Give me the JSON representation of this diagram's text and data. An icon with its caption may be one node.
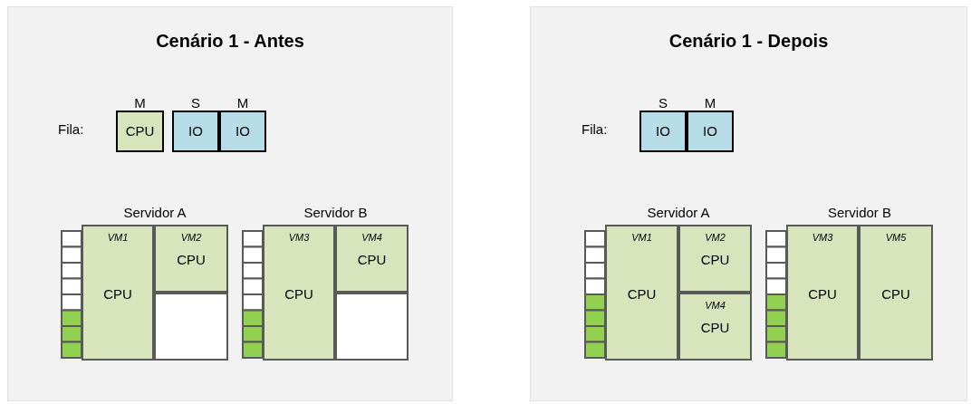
{
  "diagram": {
    "nodes": [
      {
        "text": [
          "Cenário 1 - Antes"
        ]
      },
      {
        "text": [
          "M",
          "CPU"
        ],
        "in": 0
      },
      {
        "text": [
          "S",
          "IO"
        ],
        "in": 0
      },
      {
        "text": [
          "M",
          "IO"
        ],
        "in": 0
      },
      {
        "text": [
          "Servidor A"
        ],
        "in": 0
      },
      {
        "text": [
          "VM1",
          "CPU"
        ],
        "in": 4
      },
      {
        "text": [
          "VM2",
          "CPU"
        ],
        "in": 4
      },
      {
        "text": [],
        "shape": "box",
        "in": 4
      },
      {
        "text": [
          "Servidor B"
        ],
        "in": 0
      },
      {
        "text": [
          "VM3",
          "CPU"
        ],
        "in": 8
      },
      {
        "text": [
          "VM4",
          "CPU"
        ],
        "in": 8
      },
      {
        "text": [],
        "shape": "box",
        "in": 8
      },
      {
        "text": [
          "Cenário 1 - Depois"
        ]
      },
      {
        "text": [
          "S",
          "IO"
        ],
        "in": 12
      },
      {
        "text": [
          "M",
          "IO"
        ],
        "in": 12
      },
      {
        "text": [
          "Servidor A"
        ],
        "in": 12
      },
      {
        "text": [
          "VM1",
          "CPU"
        ],
        "in": 15
      },
      {
        "text": [
          "VM2",
          "CPU"
        ],
        "in": 15
      },
      {
        "text": [
          "VM4",
          "CPU"
        ],
        "in": 15
      },
      {
        "text": [
          "Servidor B"
        ],
        "in": 12
      },
      {
        "text": [
          "VM3",
          "CPU"
        ],
        "in": 19
      },
      {
        "text": [
          "VM5",
          "CPU"
        ],
        "in": 19
      }
    ],
    "labels": [
      "Fila:",
      "Fila:"
    ]
  }
}
